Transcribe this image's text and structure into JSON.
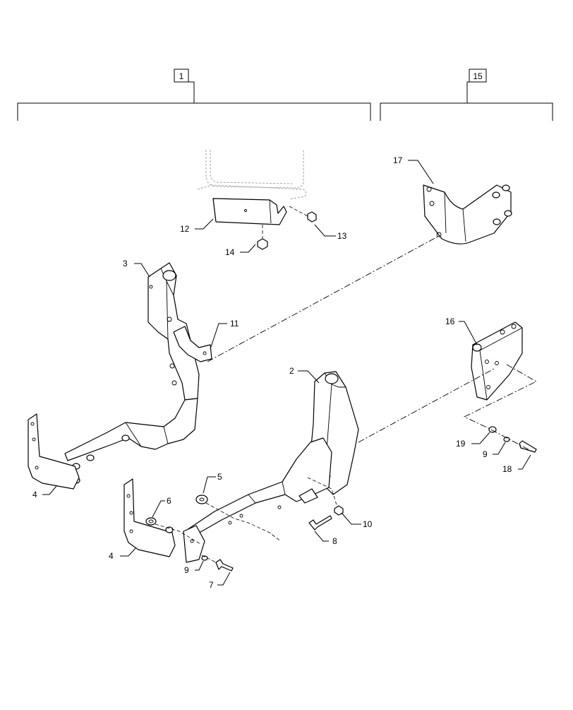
{
  "groups": [
    {
      "id": "group-1",
      "label": "1"
    },
    {
      "id": "group-15",
      "label": "15"
    }
  ],
  "callouts": [
    {
      "name": "callout-17",
      "label": "17"
    },
    {
      "name": "callout-12",
      "label": "12"
    },
    {
      "name": "callout-13",
      "label": "13"
    },
    {
      "name": "callout-14",
      "label": "14"
    },
    {
      "name": "callout-3",
      "label": "3"
    },
    {
      "name": "callout-11",
      "label": "11"
    },
    {
      "name": "callout-16",
      "label": "16"
    },
    {
      "name": "callout-2",
      "label": "2"
    },
    {
      "name": "callout-4-upper",
      "label": "4"
    },
    {
      "name": "callout-5",
      "label": "5"
    },
    {
      "name": "callout-6",
      "label": "6"
    },
    {
      "name": "callout-19",
      "label": "19"
    },
    {
      "name": "callout-9-right",
      "label": "9"
    },
    {
      "name": "callout-18",
      "label": "18"
    },
    {
      "name": "callout-10",
      "label": "10"
    },
    {
      "name": "callout-8",
      "label": "8"
    },
    {
      "name": "callout-4-lower",
      "label": "4"
    },
    {
      "name": "callout-9-lower",
      "label": "9"
    },
    {
      "name": "callout-7",
      "label": "7"
    }
  ]
}
